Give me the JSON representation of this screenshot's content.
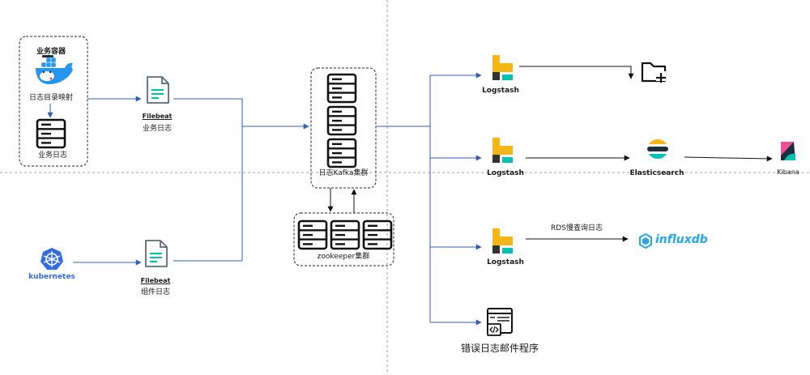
{
  "business_container": {
    "title": "业务容器",
    "log_mapping": "日志目录映射",
    "business_log": "业务日志"
  },
  "filebeat_business": {
    "name": "Filebeat",
    "subtitle": "业务日志"
  },
  "filebeat_component": {
    "name": "Filebeat",
    "subtitle": "组件日志"
  },
  "kubernetes": {
    "label": "kubernetes"
  },
  "kafka_cluster": {
    "label": "日志Kafka集群"
  },
  "zookeeper_cluster": {
    "label": "zookeeper集群"
  },
  "logstash": [
    {
      "label": "Logstash"
    },
    {
      "label": "Logstash"
    },
    {
      "label": "Logstash"
    }
  ],
  "elasticsearch": {
    "label": "Elasticsearch"
  },
  "kibana": {
    "label": "Kibana"
  },
  "rds_edge": {
    "label": "RDS慢查询日志"
  },
  "influxdb": {
    "label": "influxdb"
  },
  "error_mail": {
    "label": "错误日志邮件程序"
  },
  "colors": {
    "connector_blue": "#2f5fb3",
    "arrow_black": "#111111",
    "kubernetes_blue": "#326ce5",
    "docker_blue": "#2496ed",
    "logstash_yellow": "#f3b614",
    "elastic_teal": "#00bfb3",
    "elastic_pink": "#f04e98",
    "influx_blue": "#22a7f0"
  }
}
